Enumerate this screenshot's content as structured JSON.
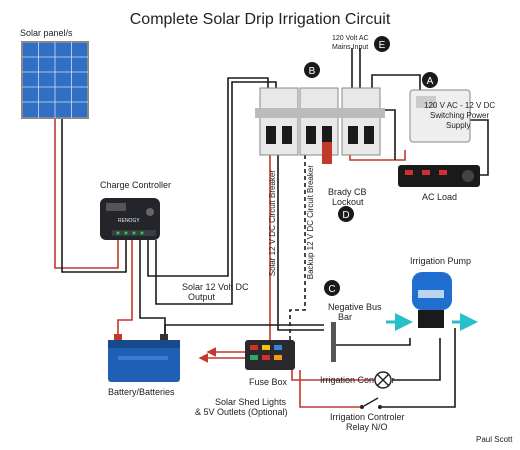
{
  "title": "Complete Solar Drip Irrigation Circuit",
  "labels": {
    "solar_panels": "Solar panel/s",
    "charge_controller": "Charge Controller",
    "controller_brand": "RENOGY",
    "solar_output_line1": "Solar 12 Volt DC",
    "solar_output_line2": "Output",
    "battery": "Battery/Batteries",
    "fuse_box": "Fuse Box",
    "shed_lights_line1": "Solar Shed Lights",
    "shed_lights_line2": "& 5V Outlets (Optional)",
    "solar_breaker": "Solar 12 V DC Circuit Breaker",
    "backup_breaker": "Backup 12 V DC Circuit Breaker",
    "mains_line1": "120 Volt AC",
    "mains_line2": "Mains Input",
    "psu_line1": "120 V AC - 12 V DC",
    "psu_line2": "Switching Power",
    "psu_line3": "Supply",
    "ac_load": "AC Load",
    "lockout_line1": "Brady CB",
    "lockout_line2": "Lockout",
    "neg_bus_line1": "Negative Bus",
    "neg_bus_line2": "Bar",
    "irrigation_pump": "Irrigation Pump",
    "irrigation_controller": "Irrigation Controler",
    "relay_line1": "Irrigation Controler",
    "relay_line2": "Relay N/O",
    "author": "Paul Scott"
  },
  "markers": {
    "a": "A",
    "b": "B",
    "c": "C",
    "d": "D",
    "e": "E"
  },
  "colors": {
    "positive_wire": "#c0392b",
    "negative_wire": "#1a1a1a",
    "pump_blue": "#1e6fd0",
    "fuse_red": "#d32f2f",
    "water": "#27c0c8"
  }
}
